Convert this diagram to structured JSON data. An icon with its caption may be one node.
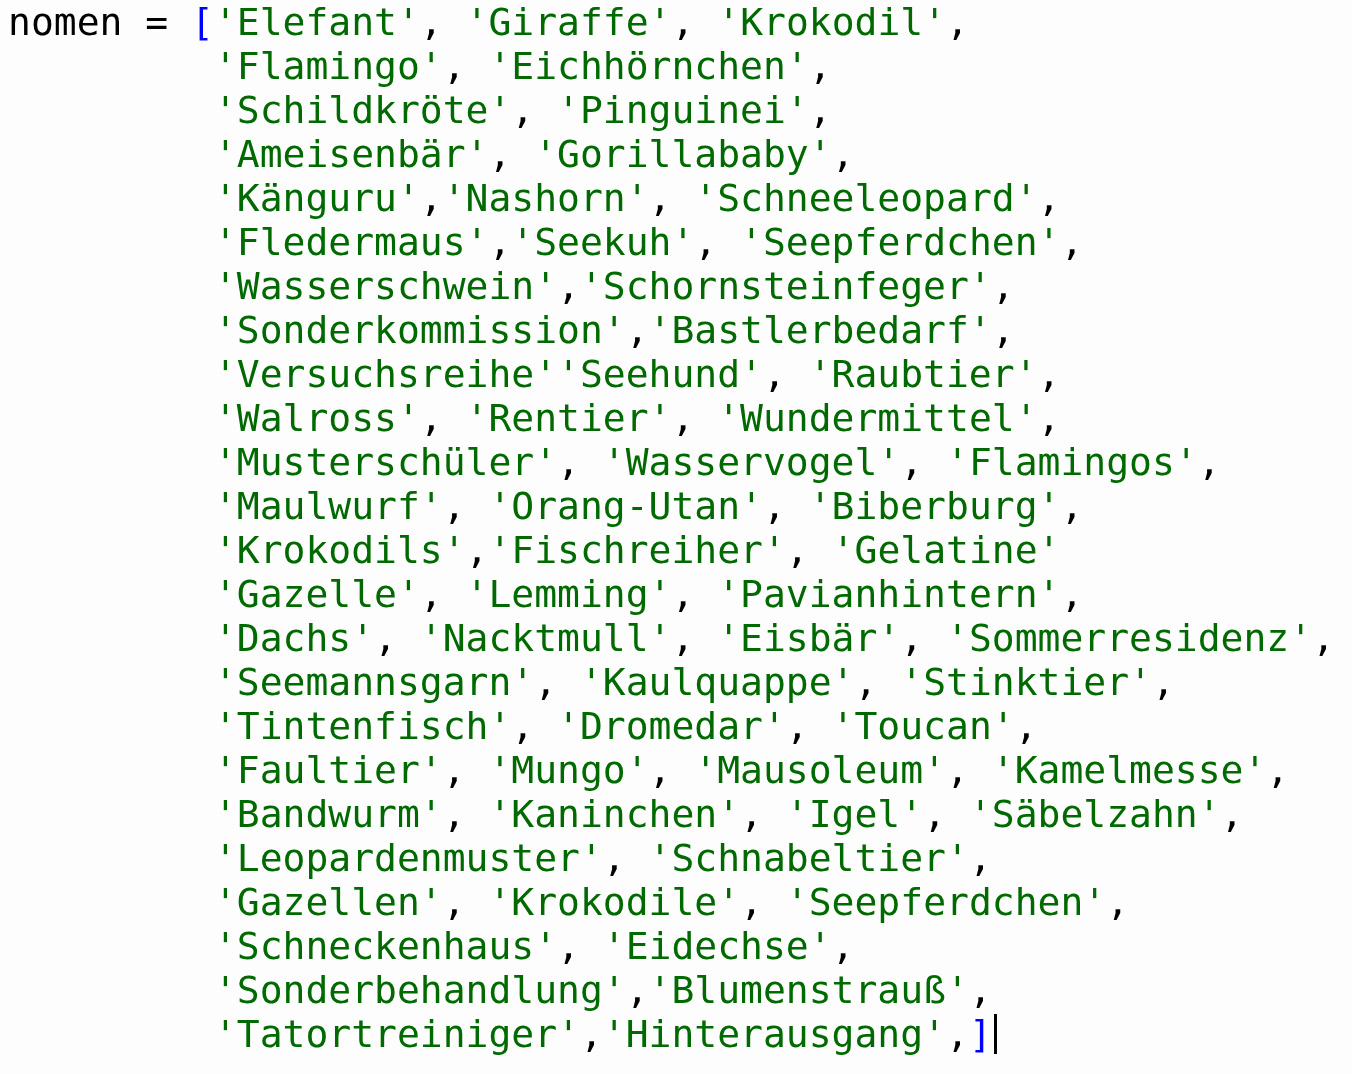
{
  "diagram": {
    "labels": [
      "nomen = ['Elefant', 'Giraffe', 'Krokodil',",
      "'Flamingo', 'Eichhörnchen',",
      "'Schildkröte', 'Pinguinei',",
      "'Ameisenbär', 'Gorillababy',",
      "'Känguru','Nashorn', 'Schneeleopard',",
      "'Fledermaus','Seekuh', 'Seepferdchen',",
      "'Wasserschwein','Schornsteinfeger',",
      "'Sonderkommission','Bastlerbedarf',",
      "'Versuchsreihe''Seehund', 'Raubtier',",
      "'Walross', 'Rentier', 'Wundermittel',",
      "'Musterschüler', 'Wasservogel', 'Flamingos',",
      "'Maulwurf', 'Orang-Utan', 'Biberburg',",
      "'Krokodils','Fischreiher', 'Gelatine'",
      "'Gazelle', 'Lemming', 'Pavianhintern',",
      "'Dachs', 'Nacktmull', 'Eisbär', 'Sommerresidenz',",
      "'Seemannsgarn', 'Kaulquappe', 'Stinktier',",
      "'Tintenfisch', 'Dromedar', 'Toucan',",
      "'Faultier', 'Mungo', 'Mausoleum', 'Kamelmesse',",
      "'Bandwurm', 'Kaninchen', 'Igel', 'Säbelzahn',",
      "'Leopardenmuster', 'Schnabeltier',",
      "'Gazellen', 'Krokodile', 'Seepferdchen',",
      "'Schneckenhaus', 'Eidechse',",
      "'Sonderbehandlung','Blumenstrauß',",
      "'Tatortreiniger','Hinterausgang',]"
    ]
  }
}
